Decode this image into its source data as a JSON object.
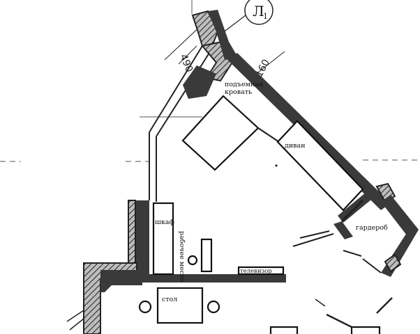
{
  "axis_marker": {
    "letter": "Л",
    "index": "1"
  },
  "dimensions": {
    "wall_a": "490",
    "wall_b": "160"
  },
  "labels": {
    "lift_bed_line1": "подъемная",
    "lift_bed_line2": "кровать",
    "sofa": "диван",
    "wardrobe": "гардероб",
    "closet": "шкаф",
    "workspace": "рабочее место",
    "tv": "телевизор",
    "table": "стол"
  }
}
